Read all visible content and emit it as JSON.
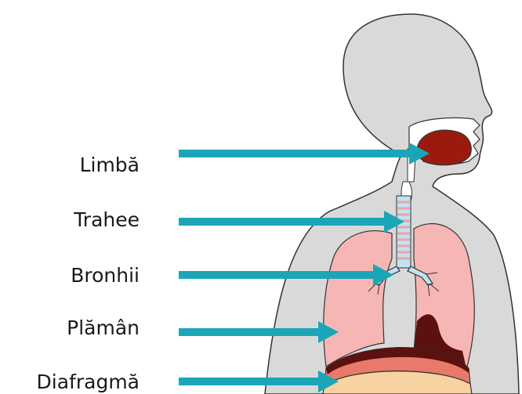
{
  "labels": {
    "tongue": "Limbă",
    "trachea": "Trahee",
    "bronchi": "Bronhii",
    "lung": "Plămân",
    "diaphragm": "Diafragmă"
  },
  "colors": {
    "arrow": "#1aa6b7",
    "body": "#d9d9d9",
    "body_outline": "#333333",
    "lung": "#f6b6b6",
    "lung_shadow": "#5c1010",
    "tongue": "#9b1a0f",
    "diaphragm": "#e8796b",
    "diaphragm_base": "#f7d3a1",
    "trachea": "#bfe3ef",
    "trachea_rings": "#f2a0a8"
  }
}
